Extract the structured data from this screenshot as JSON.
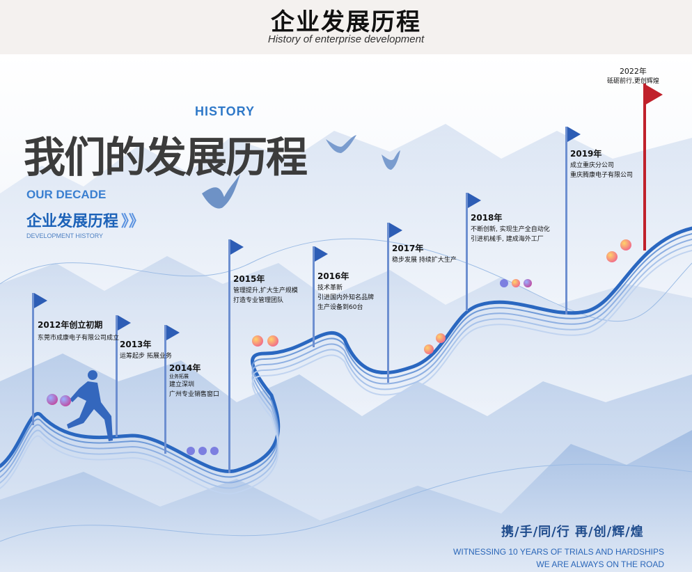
{
  "header": {
    "title": "企业发展历程",
    "subtitle": "History of enterprise development"
  },
  "hero": {
    "history_label": "HISTORY",
    "main_title": "我们的发展历程",
    "our_decade": "OUR DECADE",
    "subtitle": "企业发展历程",
    "arrows": "》》",
    "dev_history": "DEVELOPMENT HISTORY"
  },
  "milestones": [
    {
      "year": "2012年创立初期",
      "lines": [
        "东莞市成康电子有限公司成立"
      ]
    },
    {
      "year": "2013年",
      "lines": [
        "运筹起步 拓展业务"
      ]
    },
    {
      "year": "2014年",
      "lines": [
        "业务拓展",
        "建立深圳",
        "广州专业销售窗口"
      ]
    },
    {
      "year": "2015年",
      "lines": [
        "管理提升,扩大生产规模",
        "打造专业管理团队"
      ]
    },
    {
      "year": "2016年",
      "lines": [
        "技术革新",
        "引进国内外知名品牌",
        "生产设备到60台"
      ]
    },
    {
      "year": "2017年",
      "lines": [
        "稳步发展 持续扩大生产"
      ]
    },
    {
      "year": "2018年",
      "lines": [
        "不断创新, 实现生产全自动化",
        "引进机械手, 建成海外工厂"
      ]
    },
    {
      "year": "2019年",
      "lines": [
        "成立重庆分公司",
        "重庆腾康电子有限公司"
      ]
    },
    {
      "year": "2022年",
      "lines": [
        "砥砺前行,更创辉煌"
      ]
    }
  ],
  "footer": {
    "slogan": "携/手/同/行 再/创/辉/煌",
    "english_1": "WITNESSING 10 YEARS OF TRIALS AND HARDSHIPS",
    "english_2": "WE ARE ALWAYS ON THE ROAD"
  },
  "colors": {
    "road_blue": "#2a67c0",
    "flag_blue": "#2d5db5",
    "final_flag_red": "#c0212b",
    "mountain_blue": "#8fb0dc"
  }
}
